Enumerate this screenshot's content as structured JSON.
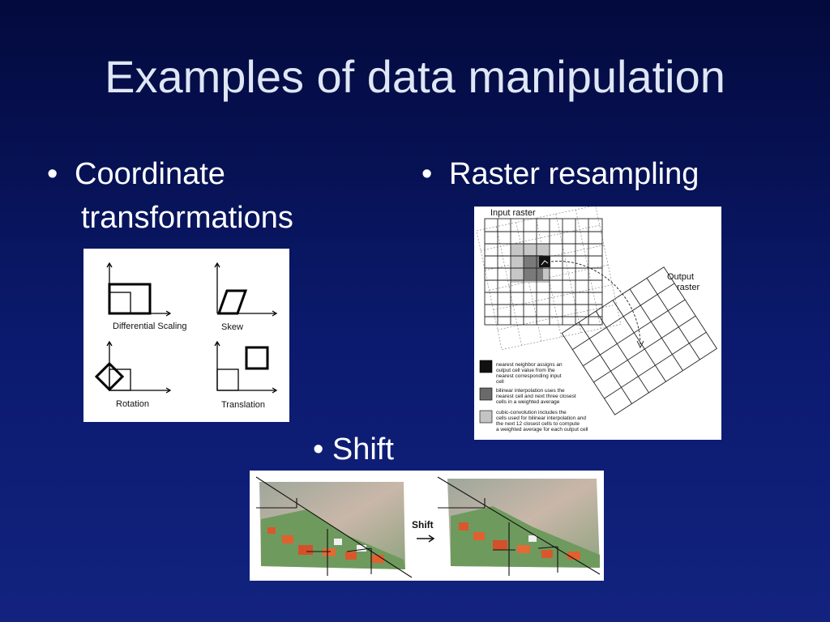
{
  "slide": {
    "title": "Examples of data manipulation",
    "bullet_glyph": "•",
    "bullets": [
      {
        "line1": "Coordinate",
        "line2": "transformations"
      },
      {
        "line1": "Raster resampling"
      },
      {
        "line1": "Shift"
      }
    ]
  },
  "coord_figure": {
    "labels": [
      "Differential Scaling",
      "Skew",
      "Rotation",
      "Translation"
    ]
  },
  "raster_figure": {
    "input_label": "Input raster",
    "output_label_1": "Output",
    "output_label_2": "raster",
    "legend": [
      {
        "color": "#111111",
        "lines": [
          "nearest neighbor assigns an",
          "output cell value from the",
          "nearest corresponding input",
          "cell"
        ]
      },
      {
        "color": "#6a6a6a",
        "lines": [
          "bilinear interpolation uses the",
          "nearest cell and next three closest",
          "cells in a weighted average"
        ]
      },
      {
        "color": "#c4c4c4",
        "lines": [
          "cubic-convolution includes the",
          "cells used for bilinear interpolation and",
          "the next 12 closest cells to compute",
          "a weighted average for each output cell"
        ]
      }
    ]
  },
  "shift_figure": {
    "arrow_label": "Shift"
  }
}
